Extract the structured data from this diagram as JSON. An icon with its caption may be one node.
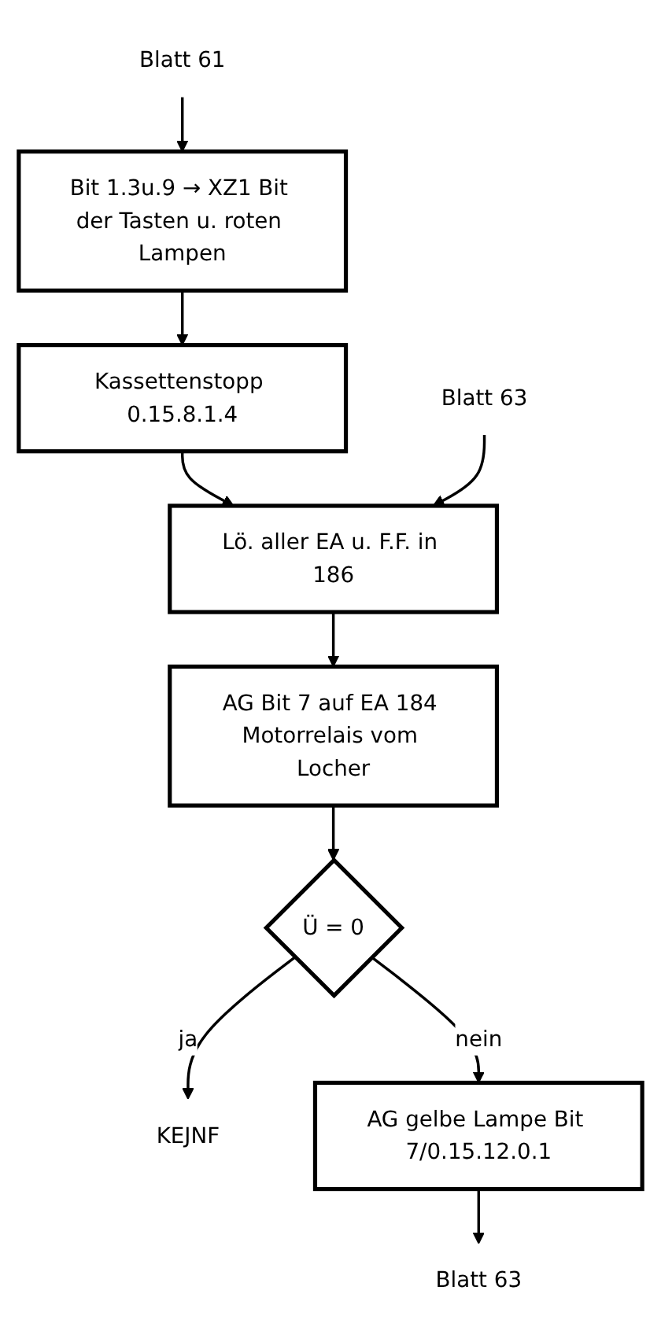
{
  "diagram": {
    "nodes": [
      {
        "text": [
          "Blatt 61"
        ]
      },
      {
        "text": [
          "Bit 1.3u.9 → XZ1 Bit der Tasten u. roten Lampen"
        ]
      },
      {
        "text": [
          "Kassettenstopp 0.15.8.1.4"
        ]
      },
      {
        "text": [
          "Blatt 63"
        ]
      },
      {
        "text": [
          "Lö. aller EA u. F.F. in 186"
        ]
      },
      {
        "text": [
          "AG Bit 7 auf EA 184 Motorrelais vom Locher"
        ]
      },
      {
        "text": [
          "Ü = 0"
        ]
      },
      {
        "text": [
          "KEJNF"
        ]
      },
      {
        "text": [
          "AG gelbe Lampe Bit 7/0.15.12.0.1"
        ]
      },
      {
        "text": [
          "Blatt 63"
        ]
      }
    ],
    "edges": [
      {
        "from": 0,
        "to": 1,
        "arrow": "to"
      },
      {
        "from": 1,
        "to": 2,
        "arrow": "to"
      },
      {
        "from": 2,
        "to": 4,
        "arrow": "to"
      },
      {
        "from": 3,
        "to": 4,
        "arrow": "to"
      },
      {
        "from": 4,
        "to": 5,
        "arrow": "to"
      },
      {
        "from": 5,
        "to": 6,
        "arrow": "to"
      },
      {
        "from": 6,
        "to": 7,
        "label": "ja",
        "arrow": "to"
      },
      {
        "from": 6,
        "to": 8,
        "label": "nein",
        "arrow": "to"
      },
      {
        "from": 8,
        "to": 9,
        "arrow": "to"
      }
    ]
  }
}
